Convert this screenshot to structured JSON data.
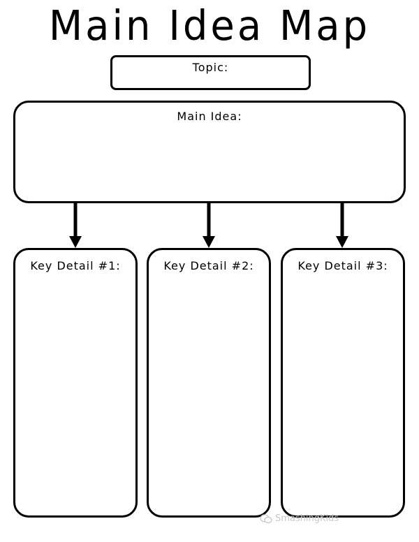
{
  "title": "Main Idea Map",
  "topic": {
    "label": "Topic:"
  },
  "main_idea": {
    "label": "Main Idea:"
  },
  "key_details": [
    {
      "label": "Key Detail #1:"
    },
    {
      "label": "Key Detail #2:"
    },
    {
      "label": "Key Detail #3:"
    }
  ],
  "watermark": {
    "text": "SmashingKids"
  }
}
